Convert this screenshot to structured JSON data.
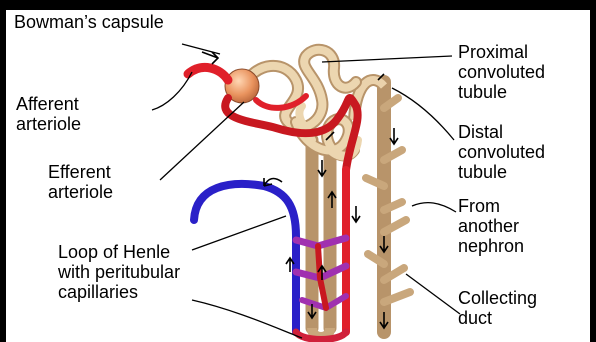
{
  "diagram": {
    "labels": {
      "bowmans_capsule": "Bowman’s capsule",
      "afferent_1": "Afferent",
      "afferent_2": "arteriole",
      "efferent_1": "Efferent",
      "efferent_2": "arteriole",
      "loop_1": "Loop of Henle",
      "loop_2": "with peritubular",
      "loop_3": "capillaries",
      "proximal_1": "Proximal",
      "proximal_2": "convoluted",
      "proximal_3": "tubule",
      "distal_1": "Distal",
      "distal_2": "convoluted",
      "distal_3": "tubule",
      "from_1": "From",
      "from_2": "another",
      "from_3": "nephron",
      "collecting_1": "Collecting",
      "collecting_2": "duct"
    },
    "colors": {
      "tubule": "#e0c49a",
      "tubule_shade": "#b8946a",
      "artery": "#e0202a",
      "vein": "#2a20c8",
      "capillary": "#a030b0",
      "capsule": "#e9a070",
      "leader": "#000000"
    }
  }
}
